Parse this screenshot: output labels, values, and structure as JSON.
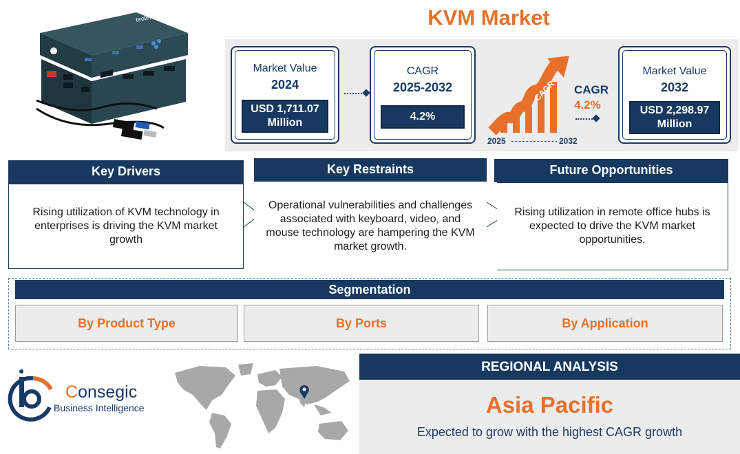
{
  "title": "KVM Market",
  "metrics": {
    "market_value_2024": {
      "label": "Market Value",
      "year": "2024",
      "value": "USD 1,711.07 Million"
    },
    "cagr_period": {
      "label": "CAGR",
      "years": "2025-2032",
      "value": "4.2%"
    },
    "cagr_graphic": {
      "arrow_label": "CAGR",
      "label": "CAGR",
      "value": "4.2%",
      "start_year": "2025",
      "end_year": "2032"
    },
    "market_value_2032": {
      "label": "Market Value",
      "year": "2032",
      "value": "USD 2,298.97 Million"
    }
  },
  "columns": [
    {
      "heading": "Key Drivers",
      "text": "Rising utilization of KVM technology in enterprises is driving the KVM market growth"
    },
    {
      "heading": "Key Restraints",
      "text": "Operational vulnerabilities and challenges associated with keyboard, video, and mouse technology are hampering the KVM market growth."
    },
    {
      "heading": "Future Opportunities",
      "text": "Rising utilization in remote office hubs is expected to drive the KVM market opportunities."
    }
  ],
  "segmentation": {
    "heading": "Segmentation",
    "items": [
      "By Product Type",
      "By Ports",
      "By Application"
    ]
  },
  "regional": {
    "heading": "REGIONAL ANALYSIS",
    "region": "Asia Pacific",
    "description": "Expected to grow with the highest CAGR growth"
  },
  "logo": {
    "name": "Consegic",
    "tagline": "Business Intelligence"
  },
  "product_image": {
    "brand": "teotek"
  },
  "colors": {
    "navy": "#17395f",
    "orange": "#e8702a",
    "panel_gray": "#ececec"
  }
}
